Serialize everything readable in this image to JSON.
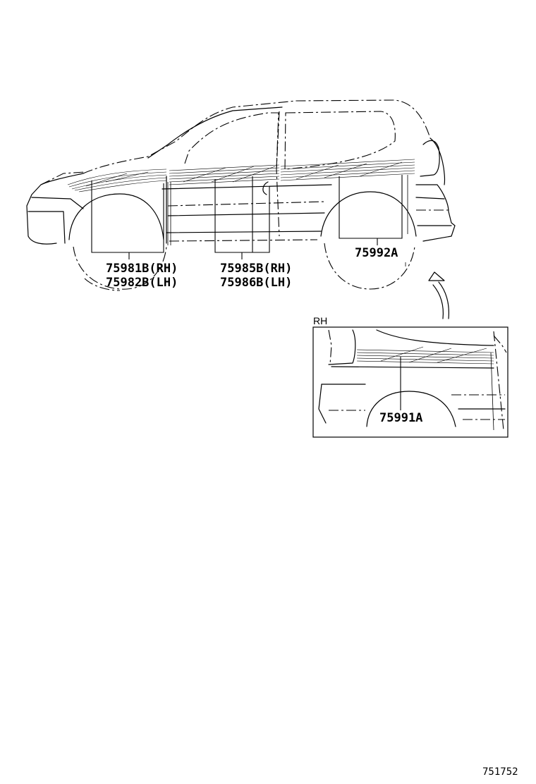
{
  "main_view": {
    "labels": [
      {
        "id": "front",
        "rh": "75981B(RH)",
        "lh": "75982B(LH)"
      },
      {
        "id": "door",
        "rh": "75985B(RH)",
        "lh": "75986B(LH)"
      },
      {
        "id": "rear",
        "single": "75992A"
      }
    ]
  },
  "detail_view": {
    "side_label": "RH",
    "part_label": "75991A"
  },
  "diagram_id": "751752"
}
